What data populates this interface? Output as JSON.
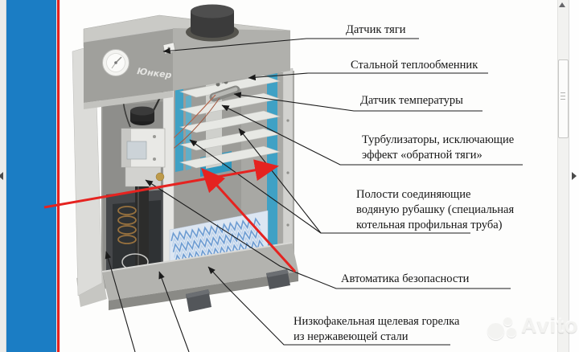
{
  "colors": {
    "accent_blue": "#1b7dc4",
    "annotation_red": "#e52320",
    "water_jacket_teal": "#3fa1c5",
    "flame_blue": "#6d9cd2"
  },
  "carousel": {
    "prev_icon": "left-triangle",
    "next_icon": "right-triangle"
  },
  "scrollbar": {
    "up_icon": "up-triangle"
  },
  "watermark": {
    "brand": "Avito"
  },
  "diagram": {
    "brand_label": "Юнкер",
    "labels": [
      {
        "id": "draft-sensor",
        "lines": [
          "Датчик тяги"
        ]
      },
      {
        "id": "heat-exchanger",
        "lines": [
          "Стальной теплообменник"
        ]
      },
      {
        "id": "temperature-sensor",
        "lines": [
          "Датчик температуры"
        ]
      },
      {
        "id": "turbulators",
        "lines": [
          "Турбулизаторы, исключающие",
          "эффект «обратной тяги»"
        ]
      },
      {
        "id": "water-jacket-cavities",
        "lines": [
          "Полости соединяющие",
          "водяную рубашку (специальная",
          "котельная профильная труба)"
        ]
      },
      {
        "id": "safety-automation",
        "lines": [
          "Автоматика безопасности"
        ]
      },
      {
        "id": "burner",
        "lines": [
          "Низкофакельная щелевая горелка",
          "из нержавеющей стали"
        ]
      }
    ]
  }
}
